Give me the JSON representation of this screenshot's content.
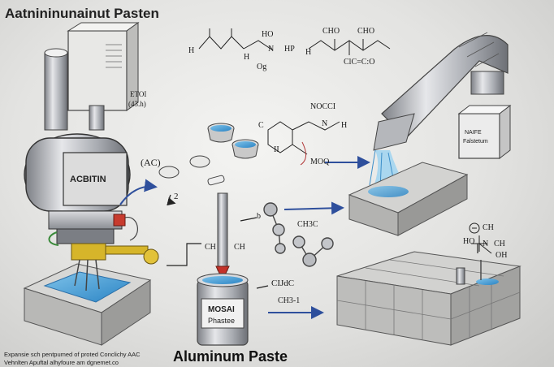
{
  "title": "Aatnininunainut Pasten",
  "bottom_title": "Aluminum Paste",
  "caption_lines": [
    "Expansie sch pentpumed of proted Conclichy AAC",
    "Vehnlten Apuftal alhyfoure am dgnemet.co"
  ],
  "machine": {
    "label": "ACBITIN",
    "side_label_1": "ETOI",
    "side_label_2": "(43.h)",
    "ac_label": "(AC)",
    "arrow_note": "2"
  },
  "jar": {
    "line1": "MOSAI",
    "line2": "Phastee"
  },
  "box_label": {
    "line1": "NAIFE",
    "line2": "Falstetum"
  },
  "formulas": {
    "top_left_1": "H",
    "top_left_2": "HO",
    "top_left_3": "H",
    "top_n": "N",
    "top_ho": "H",
    "top_hp": "HP",
    "top_og": "Og",
    "top_h_n": "H",
    "top_cho_1": "CHO",
    "top_cho_2": "CHO",
    "top_ci": "ClC=C:O",
    "mid_c": "C",
    "mid_ii": "II",
    "mid_nocci": "NOCCI",
    "mid_n": "N",
    "mid_h": "H",
    "mid_moq": "MOQ",
    "b_label": "b",
    "ch3c": "CH3C",
    "ch3_left": "CH",
    "ch3_right": "CH",
    "cijdc": "CIJdC",
    "ch3_1": "CH3-1",
    "right_ch": "CH",
    "right_n": "N",
    "right_ch3": "CH",
    "right_oh": "OH",
    "right_ho": "HO"
  }
}
